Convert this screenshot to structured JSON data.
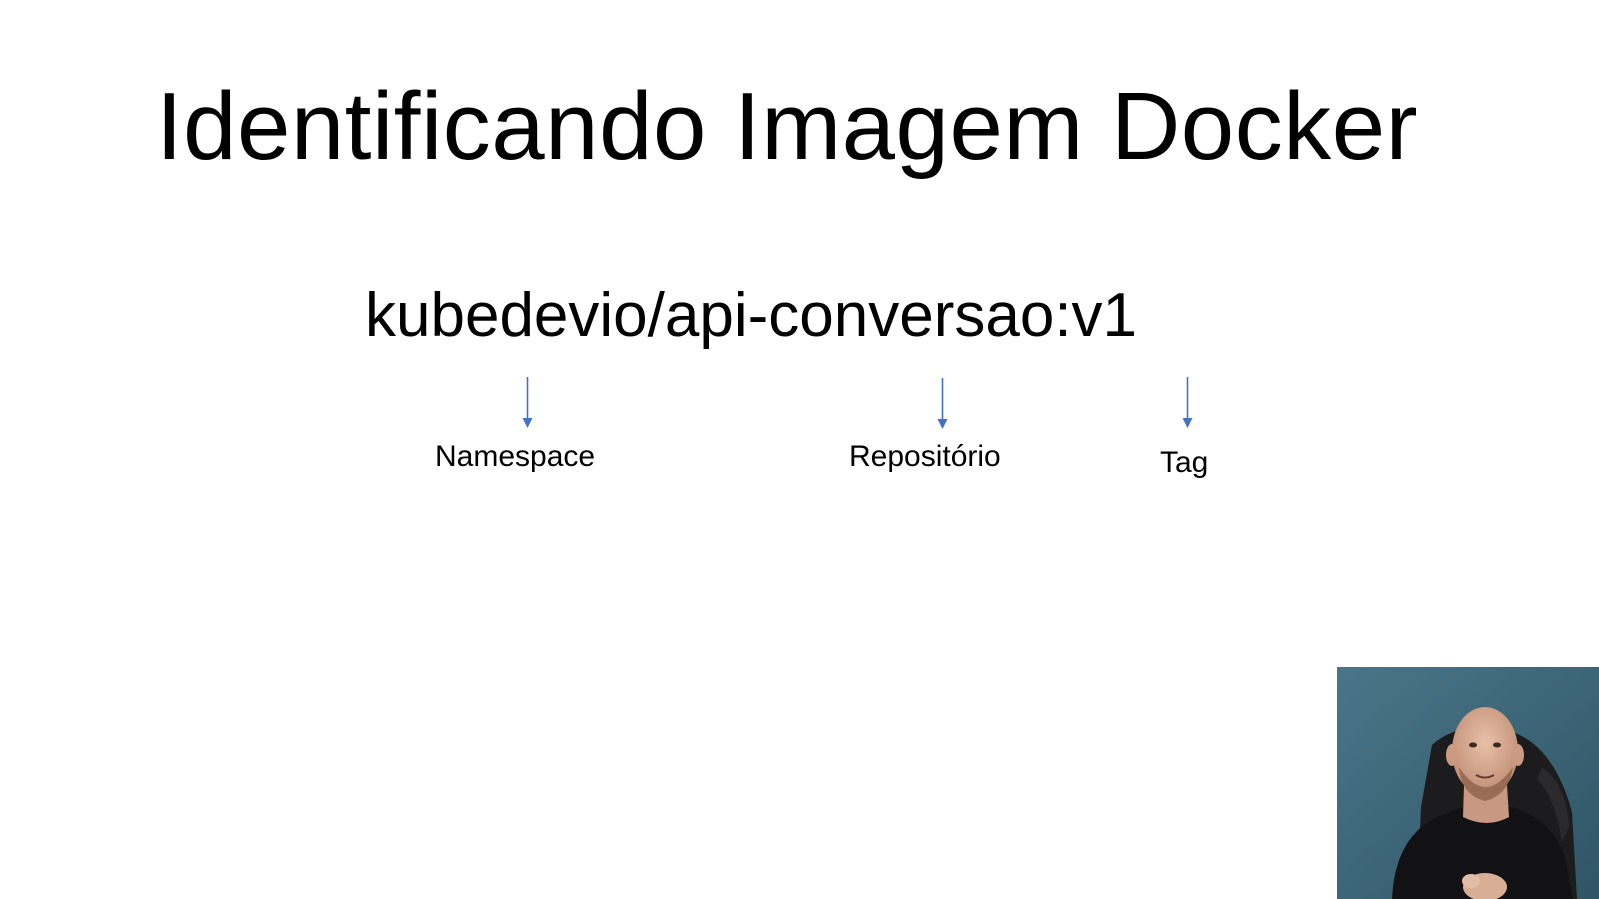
{
  "slide": {
    "title": "Identificando Imagem Docker",
    "image_reference": "kubedevio/api-conversao:v1",
    "parts": [
      {
        "label": "Namespace"
      },
      {
        "label": "Repositório"
      },
      {
        "label": "Tag"
      }
    ]
  },
  "colors": {
    "background": "#ffffff",
    "text": "#000000",
    "arrow": "#4472c4"
  },
  "webcam": {
    "content": "presenter-video"
  }
}
